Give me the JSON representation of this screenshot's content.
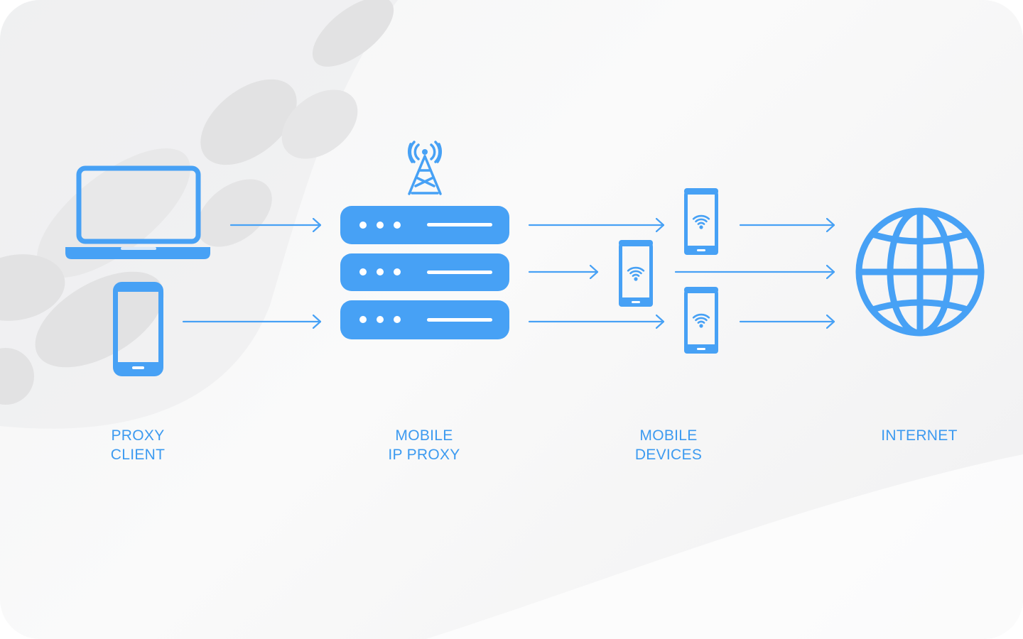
{
  "colors": {
    "accent": "#47a1f5",
    "label": "#3c9af0",
    "background": "#f5f5f6",
    "blob": "#e4e4e5"
  },
  "nodes": [
    {
      "id": "proxy-client",
      "label_lines": [
        "PROXY",
        "CLIENT"
      ],
      "icons": [
        "laptop-icon",
        "smartphone-icon"
      ]
    },
    {
      "id": "mobile-ip-proxy",
      "label_lines": [
        "MOBILE",
        "IP PROXY"
      ],
      "icons": [
        "antenna-tower-icon",
        "server-stack-icon"
      ]
    },
    {
      "id": "mobile-devices",
      "label_lines": [
        "MOBILE",
        "DEVICES"
      ],
      "icons": [
        "smartphone-wifi-icon",
        "smartphone-wifi-icon",
        "smartphone-wifi-icon"
      ]
    },
    {
      "id": "internet",
      "label_lines": [
        "INTERNET"
      ],
      "icons": [
        "globe-icon"
      ]
    }
  ],
  "edges": [
    {
      "from": "proxy-client",
      "to": "mobile-ip-proxy"
    },
    {
      "from": "proxy-client",
      "to": "mobile-ip-proxy"
    },
    {
      "from": "mobile-ip-proxy",
      "to": "mobile-devices"
    },
    {
      "from": "mobile-ip-proxy",
      "to": "mobile-devices"
    },
    {
      "from": "mobile-ip-proxy",
      "to": "mobile-devices"
    },
    {
      "from": "mobile-devices",
      "to": "internet"
    },
    {
      "from": "mobile-devices",
      "to": "internet"
    },
    {
      "from": "mobile-devices",
      "to": "internet"
    }
  ]
}
